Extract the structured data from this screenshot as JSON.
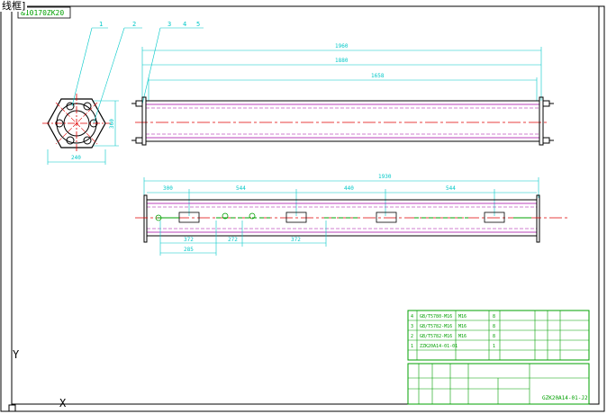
{
  "header": {
    "title": "线框]"
  },
  "drawing": {
    "code_tag": "&10170ZK20",
    "balloons": [
      "1",
      "2",
      "3",
      "4",
      "5"
    ],
    "dims_top": [
      "1960",
      "1880",
      "1658"
    ],
    "dims_end": [
      "360",
      "240"
    ],
    "dims_bottom": [
      "1930",
      "300",
      "544",
      "440",
      "544",
      "372",
      "272",
      "372",
      "285"
    ],
    "axis_labels": {
      "y": "Y",
      "x": "X"
    }
  },
  "title_block": {
    "parts_rows": [
      [
        "4",
        "GB/T5780-M16",
        "M16",
        "8"
      ],
      [
        "3",
        "GB/T5782-M16",
        "M16",
        "8"
      ],
      [
        "2",
        "GB/T5782-M16",
        "M16",
        "8"
      ],
      [
        "1",
        "ZZK20A14-01-01",
        "",
        "1"
      ]
    ],
    "drawing_no": "GZK20A14-01-J2"
  },
  "colors": {
    "outline": "#000000",
    "dimension": "#00c8c8",
    "part": "#a000a0",
    "centerline": "#e00000",
    "detail": "#00a000",
    "table": "#00a000"
  }
}
